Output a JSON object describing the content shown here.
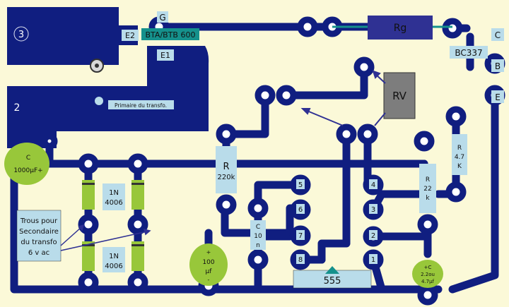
{
  "labels": {
    "pad_g": "G",
    "pad_e2": "E2",
    "pad_e1": "E1",
    "triac": "BTA/BTB 600",
    "rg": "Rg",
    "pad_c": "C",
    "pad_b": "B",
    "pad_e": "E",
    "transistor": "BC337",
    "zone3": "3",
    "zone2": "2",
    "primaire": "Primaire du transfo.",
    "rv": "RV",
    "r220_name": "R",
    "r220_val": "220k",
    "r47_l1": "R",
    "r47_l2": "4.7",
    "r47_l3": "K",
    "r22_l1": "R",
    "r22_l2": "22",
    "r22_l3": "k",
    "c1000_l1": "C",
    "c1000_l2": "1000µF+",
    "diode_top_l1": "1N",
    "diode_top_l2": "4006",
    "diode_bot_l1": "1N",
    "diode_bot_l2": "4006",
    "trous_l1": "Trous pour",
    "trous_l2": "Secondaire",
    "trous_l3": "du transfo",
    "trous_l4": "6 v ac",
    "c100_l1": "+",
    "c100_l2": "100",
    "c100_l3": "µf",
    "c100_l4": "-",
    "c10_l1": "C",
    "c10_l2": "10",
    "c10_l3": "n",
    "c22_l1": "+C",
    "c22_l2": "2.2ou",
    "c22_l3": "4.7µf",
    "ic": "555",
    "pin1": "1",
    "pin2": "2",
    "pin3": "3",
    "pin4": "4",
    "pin5": "5",
    "pin6": "6",
    "pin7": "7",
    "pin8": "8"
  },
  "colors": {
    "background": "#fbf9d8",
    "track": "#101e80",
    "label_box": "#b9dcea",
    "green": "#98c73a",
    "teal": "#15918c",
    "rg_box": "#2f3193",
    "rv_box": "#7d7d7d"
  }
}
